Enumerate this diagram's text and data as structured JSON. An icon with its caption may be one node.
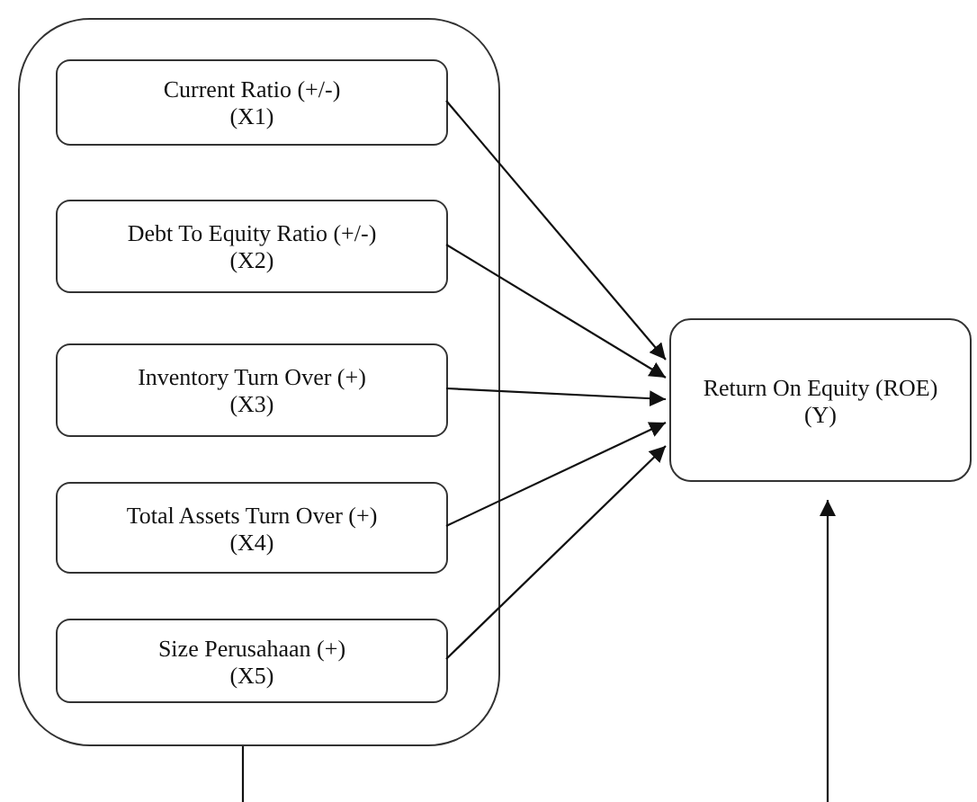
{
  "diagram": {
    "nodes": [
      {
        "text": [],
        "shape": "box"
      },
      {
        "text": [
          "Current Ratio  (+/-)",
          "(X1)"
        ],
        "in": 0
      },
      {
        "text": [
          "Debt To Equity Ratio (+/-)",
          "(X2)"
        ],
        "in": 0
      },
      {
        "text": [
          "Inventory Turn Over (+)",
          "(X3)"
        ],
        "in": 0
      },
      {
        "text": [
          "Total Assets Turn Over (+)",
          "(X4)"
        ],
        "in": 0
      },
      {
        "text": [
          "Size Perusahaan (+)",
          "(X5)"
        ],
        "in": 0
      },
      {
        "text": [
          "Return On Equity (ROE)",
          "(Y)"
        ]
      }
    ],
    "edges": [
      {
        "from": 1,
        "to": 6,
        "arrow": "to"
      },
      {
        "from": 2,
        "to": 6,
        "arrow": "to"
      },
      {
        "from": 3,
        "to": 6,
        "arrow": "to"
      },
      {
        "from": 4,
        "to": 6,
        "arrow": "to"
      },
      {
        "from": 5,
        "to": 6,
        "arrow": "to"
      },
      {
        "from": 0,
        "to": null,
        "arrow": "none"
      },
      {
        "from": null,
        "to": 6,
        "arrow": "to"
      }
    ]
  }
}
